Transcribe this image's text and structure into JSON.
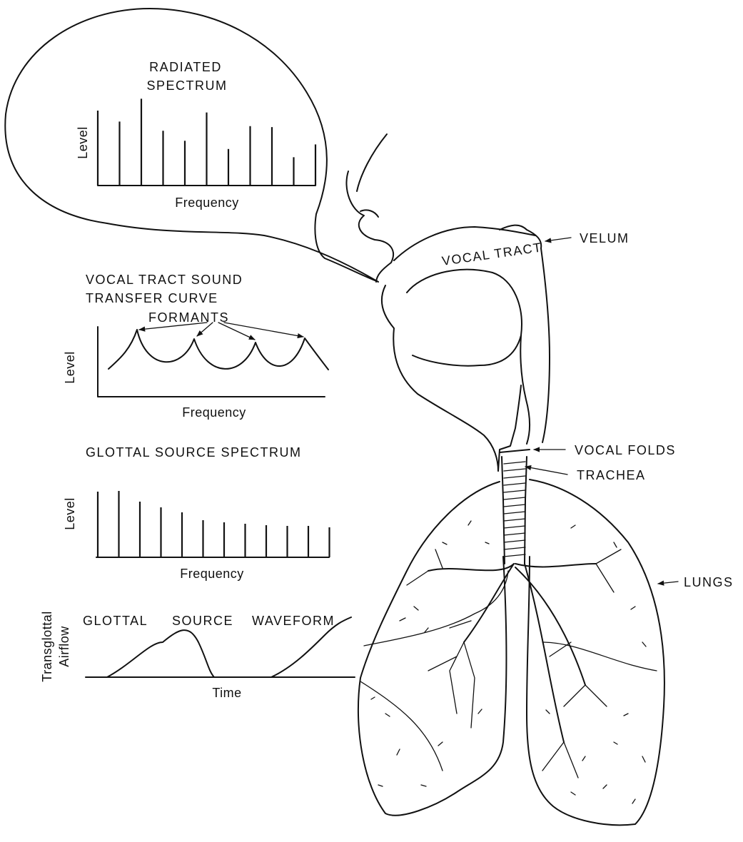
{
  "radiated_spectrum": {
    "title_line1": "RADIATED",
    "title_line2": "SPECTRUM",
    "ylabel": "Level",
    "xlabel": "Frequency",
    "levels": [
      0.82,
      0.7,
      0.95,
      0.6,
      0.49,
      0.8,
      0.4,
      0.65,
      0.64,
      0.31,
      0.45
    ]
  },
  "vocal_tract_transfer": {
    "title_line1": "VOCAL TRACT SOUND",
    "title_line2": "TRANSFER CURVE",
    "formants_label": "FORMANTS",
    "ylabel": "Level",
    "xlabel": "Frequency",
    "formant_count": 4
  },
  "glottal_source_spectrum": {
    "title": "GLOTTAL SOURCE SPECTRUM",
    "ylabel": "Level",
    "xlabel": "Frequency",
    "levels": [
      0.92,
      0.93,
      0.78,
      0.7,
      0.63,
      0.52,
      0.49,
      0.47,
      0.45,
      0.44,
      0.44,
      0.42
    ]
  },
  "glottal_source_waveform": {
    "title_word1": "GLOTTAL",
    "title_word2": "SOURCE",
    "title_word3": "WAVEFORM",
    "ylabel_line1": "Transglottal",
    "ylabel_line2": "Airflow",
    "xlabel": "Time"
  },
  "anatomy_labels": {
    "vocal_tract": "VOCAL TRACT",
    "velum": "VELUM",
    "vocal_folds": "VOCAL FOLDS",
    "trachea": "TRACHEA",
    "lungs": "LUNGS"
  }
}
